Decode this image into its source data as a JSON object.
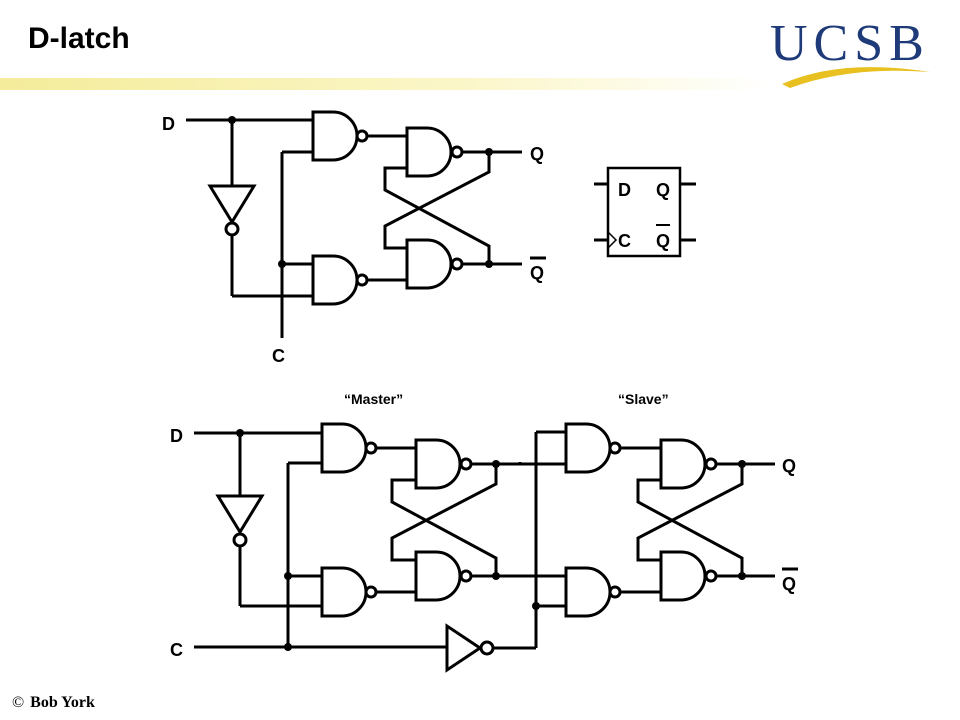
{
  "slide": {
    "title": "D-latch",
    "footer_symbol": "©",
    "footer_author": "Bob York"
  },
  "logo": {
    "text": "UCSB",
    "swoosh_color": "#e8c020",
    "text_color": "#1e3a78"
  },
  "latch": {
    "d_label": "D",
    "q_label": "Q",
    "qbar_label": "Q",
    "c_label": "C"
  },
  "symbol": {
    "d_label": "D",
    "q_label": "Q",
    "c_label": "C",
    "qbar_label": "Q"
  },
  "flipflop": {
    "master_label": "“Master”",
    "slave_label": "“Slave”",
    "d_label": "D",
    "c_label": "C",
    "q_label": "Q",
    "qbar_label": "Q"
  }
}
